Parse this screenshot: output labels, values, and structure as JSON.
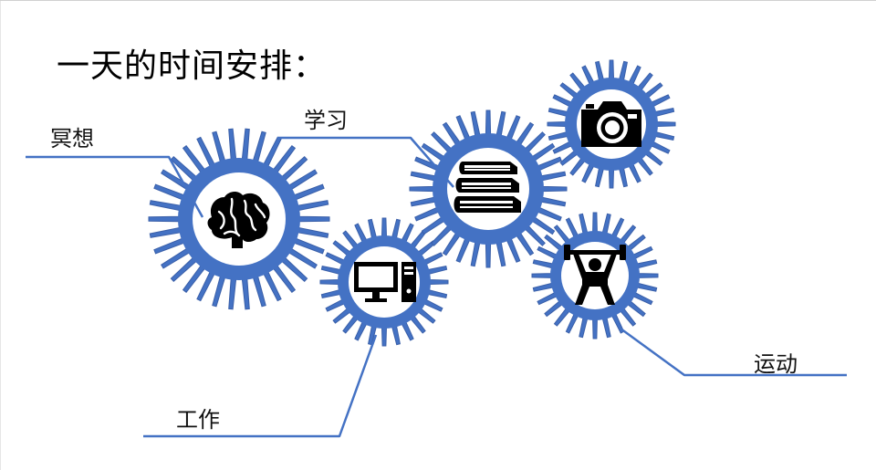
{
  "title": "一天的时间安排：",
  "theme": {
    "gear_color": "#4472C4",
    "line_color": "#4472C4",
    "icon_color": "#000000"
  },
  "activities": [
    {
      "label": "冥想",
      "icon": "brain-icon"
    },
    {
      "label": "工作",
      "icon": "desktop-computer-icon"
    },
    {
      "label": "学习",
      "icon": "books-icon"
    },
    {
      "label": "运动",
      "icon": "weightlifter-icon"
    },
    {
      "label": "",
      "icon": "camera-icon"
    }
  ]
}
